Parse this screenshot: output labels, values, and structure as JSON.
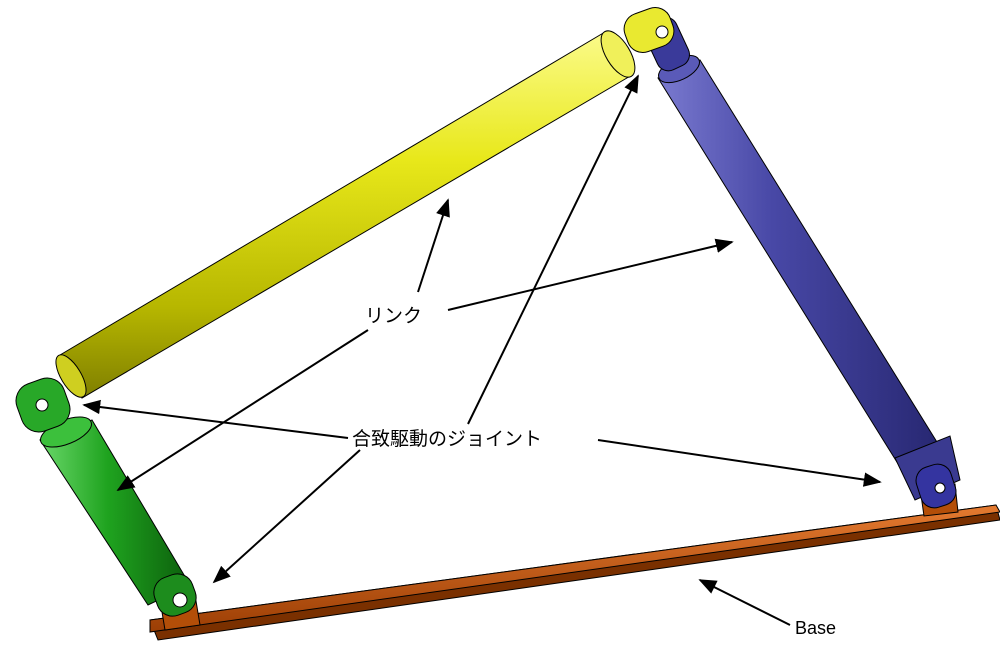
{
  "labels": {
    "link": "リンク",
    "joint": "合致駆動のジョイント",
    "base": "Base"
  },
  "colors": {
    "yellow_link": "#e6e600",
    "blue_link": "#4a4aa8",
    "green_link": "#22a322",
    "base": "#c8560a"
  }
}
